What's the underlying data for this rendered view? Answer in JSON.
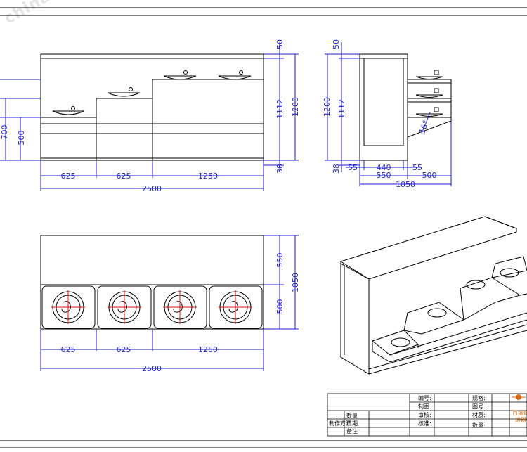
{
  "watermark": "chinafcc.com",
  "front_view": {
    "dims_bottom_a": "625",
    "dims_bottom_b": "625",
    "dims_bottom_c": "1250",
    "dim_total": "2500",
    "dim_left_700": "700",
    "dim_left_500": "500",
    "dim_right_50": "50",
    "dim_right_1112": "1112",
    "dim_right_1200": "1200",
    "dim_right_38": "38"
  },
  "side_view": {
    "dim_50": "50",
    "dim_1112": "1112",
    "dim_1200": "1200",
    "dim_38": "38",
    "dim_55_left": "55",
    "dim_440": "440",
    "dim_55_right": "55",
    "dim_550": "550",
    "dim_500": "500",
    "dim_1050": "1050",
    "angle": "16°"
  },
  "top_view": {
    "dim_625_a": "625",
    "dim_625_b": "625",
    "dim_1250": "1250",
    "dim_2500": "2500",
    "dim_550": "550",
    "dim_500": "500",
    "dim_1050": "1050"
  },
  "title_block": {
    "label_number": "编号:",
    "label_drawn": "制图:",
    "label_reviewed": "审核:",
    "label_approved": "核准:",
    "label_spec": "规格:",
    "label_drawing_no": "图号:",
    "label_material": "材质:",
    "label_quantity": "数量:",
    "label_qty_left": "数量",
    "label_date": "日期",
    "label_remark": "备注",
    "label_method": "制作方法",
    "company_line1": "百盛烘",
    "company_line2": "焙器"
  },
  "colors": {
    "dimension": "#1f1fd0",
    "object": "#000000",
    "center_mark": "#e01010",
    "company_text": "#d86a10"
  }
}
